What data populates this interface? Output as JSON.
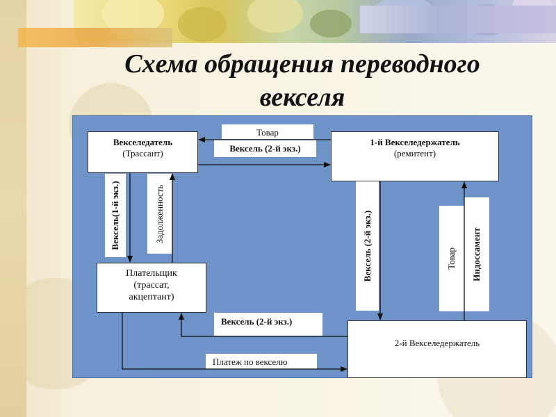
{
  "slide": {
    "title_line1": "Схема обращения переводного",
    "title_line2": "векселя"
  },
  "colors": {
    "diagram_background": "#6e93c9",
    "box_fill": "#ffffff",
    "arrow": "#111111",
    "background": "#f6f0dc"
  },
  "nodes": {
    "drawer": {
      "name": "Векселедатель",
      "role": "(Трассант)"
    },
    "holder1": {
      "name": "1-й Векселедержатель",
      "role": "(ремитент)"
    },
    "payer": {
      "line1": "Плательщик",
      "line2": "(трассат,",
      "line3": "акцептант)"
    },
    "holder2": {
      "name": "2-й Векселедержатель"
    }
  },
  "edge_labels": {
    "goods_top": "Товар",
    "bill_2nd_top": "Вексель (2-й экз.)",
    "bill_1st_vertical": "Вексель(1-й экз.)",
    "debt_vertical": "Задолженность",
    "bill_2nd_vertical": "Вексель (2-й экз.)",
    "goods_vertical": "Товар",
    "endorsement_vertical": "Индоссамент",
    "bill_2nd_bottom": "Вексель (2-й экз.)",
    "payment": "Платеж по векселю"
  }
}
